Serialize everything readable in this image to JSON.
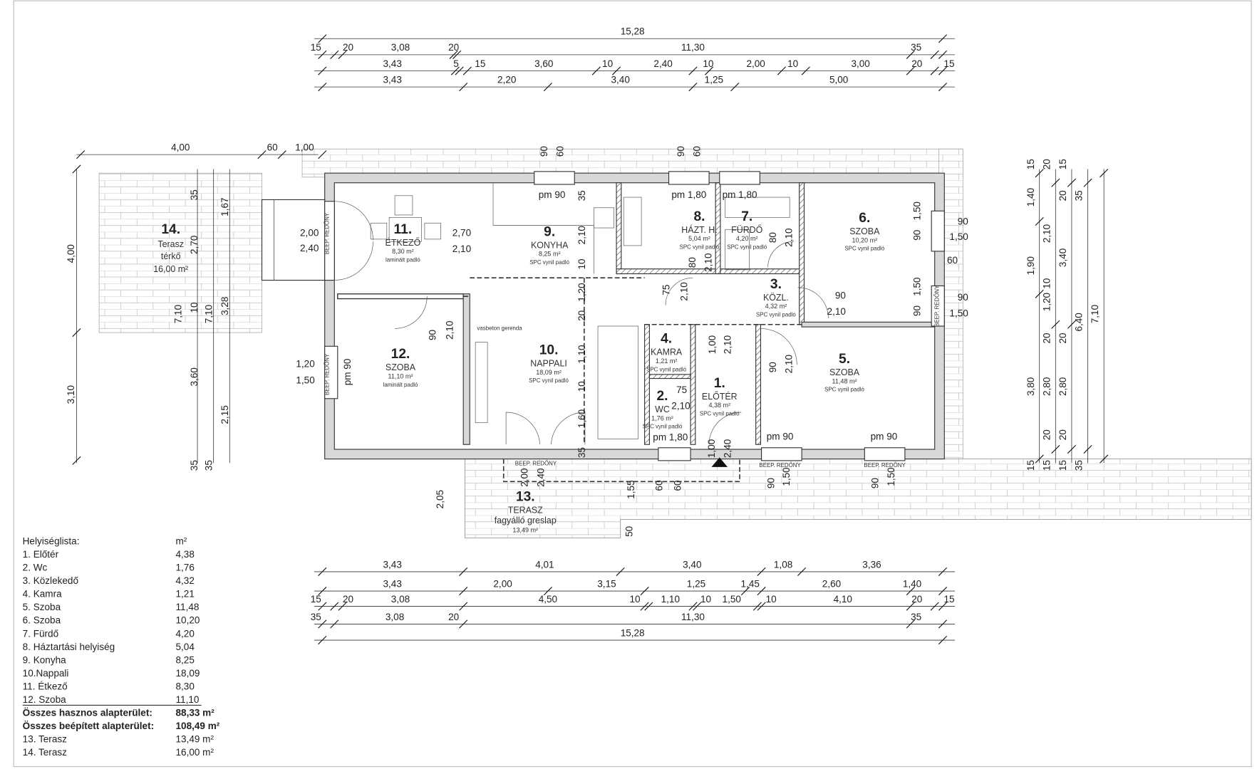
{
  "rooms": [
    {
      "num": "14.",
      "name": "Terasz",
      "sub": "térkő",
      "area": "16,00 m²"
    },
    {
      "num": "11.",
      "name": "ÉTKEZŐ",
      "area": "8,30 m²",
      "floor": "laminált padló"
    },
    {
      "num": "9.",
      "name": "KONYHA",
      "area": "8,25 m²",
      "floor": "SPC vynil padló"
    },
    {
      "num": "8.",
      "name": "HÁZT. H.",
      "area": "5,04 m²",
      "floor": "SPC vynil padló"
    },
    {
      "num": "7.",
      "name": "FÜRDŐ",
      "area": "4,20 m²",
      "floor": "SPC vynil padló"
    },
    {
      "num": "6.",
      "name": "SZOBA",
      "area": "10,20 m²",
      "floor": "SPC vynil padló"
    },
    {
      "num": "3.",
      "name": "KÖZL.",
      "area": "4,32 m²",
      "floor": "SPC vynil padló"
    },
    {
      "num": "4.",
      "name": "KAMRA",
      "area": "1,21 m²",
      "floor": "SPC vynil padló"
    },
    {
      "num": "2.",
      "name": "WC",
      "area": "1,76 m²",
      "floor": "SPC vynil padló"
    },
    {
      "num": "1.",
      "name": "ELŐTÉR",
      "area": "4,38 m²",
      "floor": "SPC vynil padló"
    },
    {
      "num": "5.",
      "name": "SZOBA",
      "area": "11,48 m²",
      "floor": "SPC vynil padló"
    },
    {
      "num": "12.",
      "name": "SZOBA",
      "area": "11,10 m²",
      "floor": "laminált padló"
    },
    {
      "num": "10.",
      "name": "NAPPALI",
      "area": "18,09 m²",
      "floor": "SPC vynil padló"
    },
    {
      "num": "13.",
      "name": "TERASZ",
      "sub": "fagyálló greslap",
      "area": "13,49 m²"
    }
  ],
  "dimensions": {
    "top": [
      [
        "15,28"
      ],
      [
        "15",
        "20",
        "3,08",
        "20",
        "11,30",
        "35"
      ],
      [
        "3,43",
        "5",
        "15",
        "3,60",
        "10",
        "2,40",
        "10",
        "2,00",
        "10",
        "3,00",
        "20",
        "15"
      ],
      [
        "3,43",
        "2,20",
        "3,40",
        "1,25",
        "5,00"
      ]
    ],
    "bottom": [
      [
        "3,43",
        "4,01",
        "3,40",
        "1,08",
        "3,36"
      ],
      [
        "3,43",
        "2,00",
        "3,15",
        "1,25",
        "1,45",
        "2,60",
        "1,40"
      ],
      [
        "15",
        "20",
        "3,08",
        "4,50",
        "10",
        "1,10",
        "10",
        "1,50",
        "10",
        "4,10",
        "20",
        "15"
      ],
      [
        "35",
        "3,08",
        "20",
        "11,30",
        "35"
      ],
      [
        "15,28"
      ]
    ],
    "terrace_top": [
      "4,00",
      "60",
      "1,00"
    ],
    "left": [
      "4,00",
      "3,10",
      "35",
      "2,70",
      "10",
      "7,10",
      "3,60",
      "35",
      "1,67",
      "7,10",
      "3,28",
      "2,15",
      "35",
      "2,05",
      "50",
      "1,55"
    ],
    "right": [
      "15",
      "1,40",
      "1,90",
      "3,80",
      "15",
      "20",
      "2,10",
      "10",
      "1,20",
      "20",
      "2,80",
      "20",
      "15",
      "15",
      "20",
      "3,40",
      "20",
      "2,80",
      "20",
      "15",
      "35",
      "6,40",
      "35",
      "7,10"
    ]
  },
  "labels": [
    "2,00",
    "2,40",
    "1,20",
    "1,50",
    "2,70",
    "2,10",
    "pm 90",
    "pm 1,80",
    "pm 1,80",
    "90",
    "1,50",
    "60",
    "90",
    "1,50",
    "90",
    "2,10",
    "pm 90",
    "pm 90",
    "pm 90",
    "pm 1,80",
    "90",
    "1,50",
    "90",
    "1,50",
    "BEEP. REDŐNY",
    "BEEP. REDŐNY",
    "BEEP. REDŐNY",
    "BEEP. REDŐNY",
    "BEEP. REDŐNY",
    "BEEP. REDŐNY",
    "vasbeton gerenda",
    "35",
    "2,10",
    "10",
    "1,20",
    "20",
    "1,10",
    "10",
    "1,60",
    "35",
    "90",
    "2,10",
    "75",
    "2,10",
    "80",
    "2,10",
    "80",
    "2,10",
    "90",
    "2,10",
    "90",
    "1,50",
    "90",
    "1,50",
    "60",
    "60",
    "2,00",
    "2,40",
    "1,00",
    "2,40",
    "1,00",
    "2,10",
    "75",
    "2,10",
    "90",
    "60",
    "90",
    "60"
  ],
  "room_list": {
    "title": "Helyiséglista:",
    "unit": "m²",
    "items": [
      {
        "name": "1. Előtér",
        "area": "4,38"
      },
      {
        "name": "2. Wc",
        "area": "1,76"
      },
      {
        "name": "3. Közlekedő",
        "area": "4,32"
      },
      {
        "name": "4. Kamra",
        "area": "1,21"
      },
      {
        "name": "5. Szoba",
        "area": "11,48"
      },
      {
        "name": "6. Szoba",
        "area": "10,20"
      },
      {
        "name": "7. Fürdő",
        "area": "4,20"
      },
      {
        "name": "8. Háztartási helyiség",
        "area": "5,04"
      },
      {
        "name": "9. Konyha",
        "area": "8,25"
      },
      {
        "name": "10.Nappali",
        "area": "18,09"
      },
      {
        "name": "11. Étkező",
        "area": "8,30"
      },
      {
        "name": "12. Szoba",
        "area": "11,10"
      }
    ],
    "totals": [
      {
        "name": "Összes hasznos alapterület:",
        "area": "88,33 m²"
      },
      {
        "name": "Összes beépített alapterület:",
        "area": "108,49 m²"
      }
    ],
    "terraces": [
      {
        "name": "13. Terasz",
        "area": "13,49 m²"
      },
      {
        "name": "14. Terasz",
        "area": "16,00 m²"
      }
    ]
  }
}
